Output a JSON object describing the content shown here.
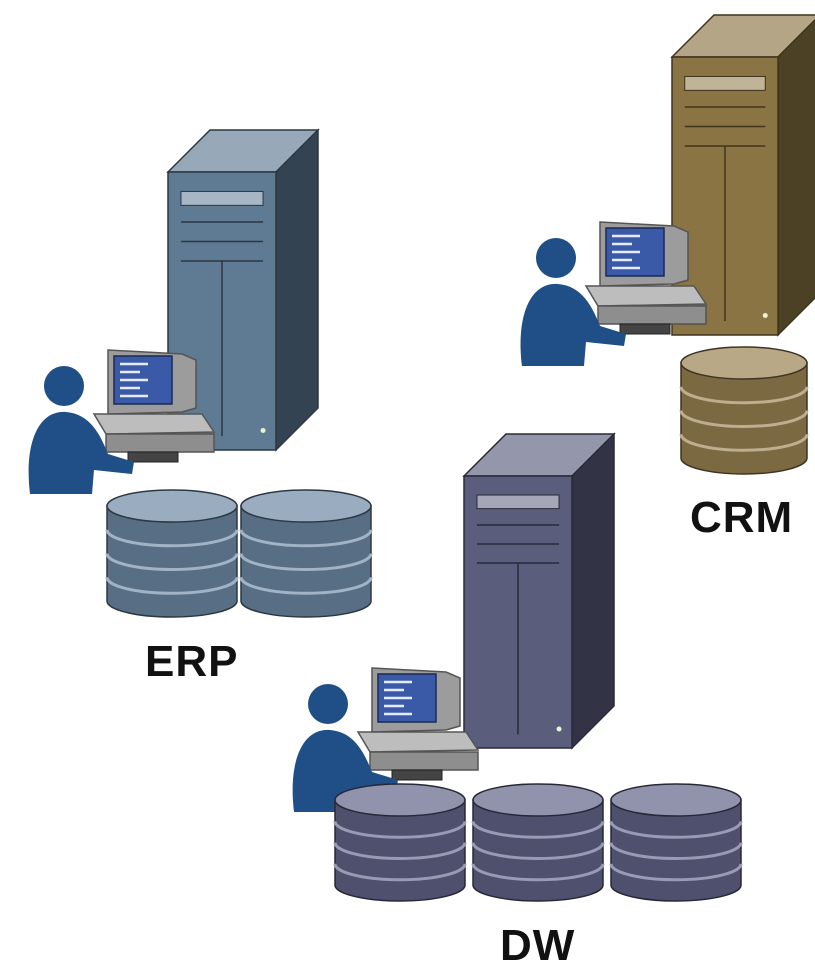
{
  "systems": [
    {
      "id": "erp",
      "label": "ERP",
      "server_color": "#5f7a93",
      "disk_color": "#6e8aa5",
      "disk_count": 2
    },
    {
      "id": "crm",
      "label": "CRM",
      "server_color": "#8a7443",
      "disk_color": "#9a8352",
      "disk_count": 1
    },
    {
      "id": "dw",
      "label": "DW",
      "server_color": "#5b5d7d",
      "disk_color": "#62648a",
      "disk_count": 3
    }
  ],
  "colors": {
    "user": "#1f4f86",
    "screen": "#3a5aa8",
    "monitor": "#9c9c9c",
    "background": "#ffffff"
  },
  "icons": [
    "server-tower-icon",
    "user-workstation-icon",
    "database-disk-icon"
  ]
}
